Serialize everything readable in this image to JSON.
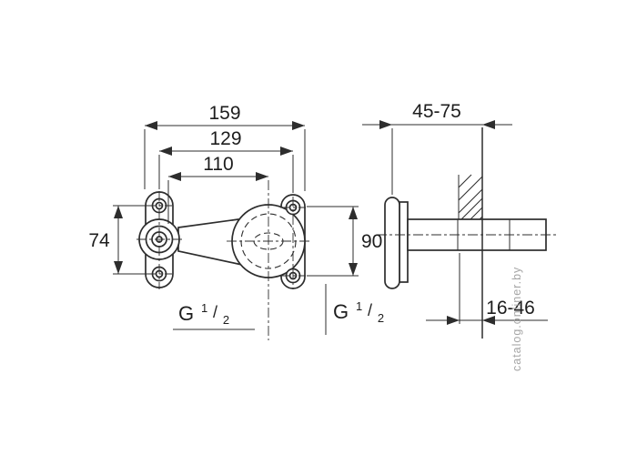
{
  "diagram": {
    "kind": "technical-drawing",
    "front_view": {
      "dims": {
        "total_width": "159",
        "outer_width": "129",
        "inner_width": "110",
        "left_hole_spacing": "74",
        "right_height": "90"
      },
      "thread_left": {
        "prefix": "G",
        "sup": "1",
        "slash": "/",
        "sub": "2"
      },
      "thread_right": {
        "prefix": "G",
        "sup": "1",
        "slash": "/",
        "sub": "2"
      }
    },
    "side_view": {
      "dims": {
        "depth_range": "45-75",
        "finished_wall_range": "16-46"
      }
    },
    "watermark": "catalog.onliner.by",
    "colors": {
      "line": "#2d2d2d",
      "text": "#1d1d1d",
      "watermark": "#a6a6a6",
      "background": "#ffffff"
    }
  }
}
